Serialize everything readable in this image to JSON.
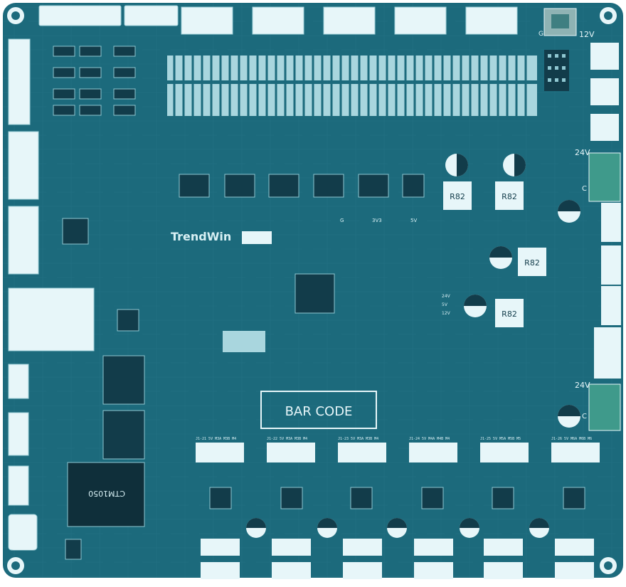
{
  "colors": {
    "board": "#1c6a7c",
    "board_edge": "#14566a",
    "trace": "#2a7d8f",
    "silk": "#d8f0f4",
    "chip": "#123c4a",
    "pad": "#8fc7d1",
    "connector": "#e7f6f9",
    "green_conn": "#3f9a8b"
  },
  "labels": {
    "logo": "TrendWin",
    "barcode": "BAR CODE",
    "mcu": "CTM1050",
    "inductors": [
      "R82",
      "R82",
      "R82",
      "R82"
    ],
    "voltage_12v": "12V",
    "voltage_24v_top": "24V",
    "voltage_24v_bottom": "24V",
    "g_top": "G",
    "c_mid": "C",
    "c_bottom": "C",
    "jp_labels": [
      "24V",
      "5V",
      "12V"
    ],
    "test_points": [
      "G",
      "3V3",
      "5V"
    ],
    "motor_headers": [
      "J1-21 5V M3A M3B M4",
      "J1-22 5V M3A M3B M4",
      "J1-23 5V M3A M3B M4",
      "J1-24 5V M4A M4B M4",
      "J1-25 5V M5A M5B M5",
      "J1-26 5V M6A M6B M6"
    ]
  }
}
